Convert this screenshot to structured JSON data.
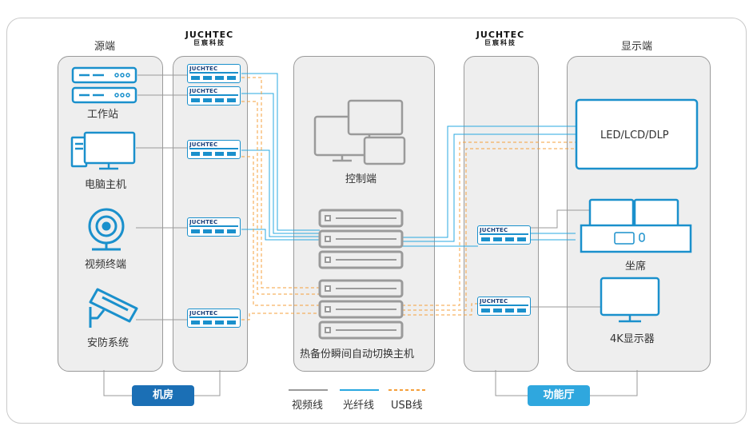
{
  "labels": {
    "source": "源端",
    "workstation": "工作站",
    "computer": "电脑主机",
    "video_terminal": "视频终端",
    "security": "安防系统",
    "control": "控制端",
    "hot_backup": "热备份瞬间自动切换主机",
    "display": "显示端",
    "led": "LED/LCD/DLP",
    "seat": "坐席",
    "monitor_4k": "4K显示器"
  },
  "brand": {
    "name": "JUCHTEC",
    "cn": "巨宸科技"
  },
  "converter_label": "JUCHTEC",
  "tags": {
    "machine_room": "机房",
    "function_hall": "功能厅"
  },
  "legend": [
    {
      "label": "视频线",
      "color": "#9a9a9a",
      "style": "solid"
    },
    {
      "label": "光纤线",
      "color": "#29a8e0",
      "style": "solid"
    },
    {
      "label": "USB线",
      "color": "#f5a03c",
      "style": "dashed"
    }
  ],
  "colors": {
    "fiber": "#29a8e0",
    "video": "#9a9a9a",
    "usb": "#f5a03c",
    "machine_room_tag": "#1b6fb5",
    "function_hall_tag": "#2fa7de",
    "device_outline": "#1a90cc"
  }
}
